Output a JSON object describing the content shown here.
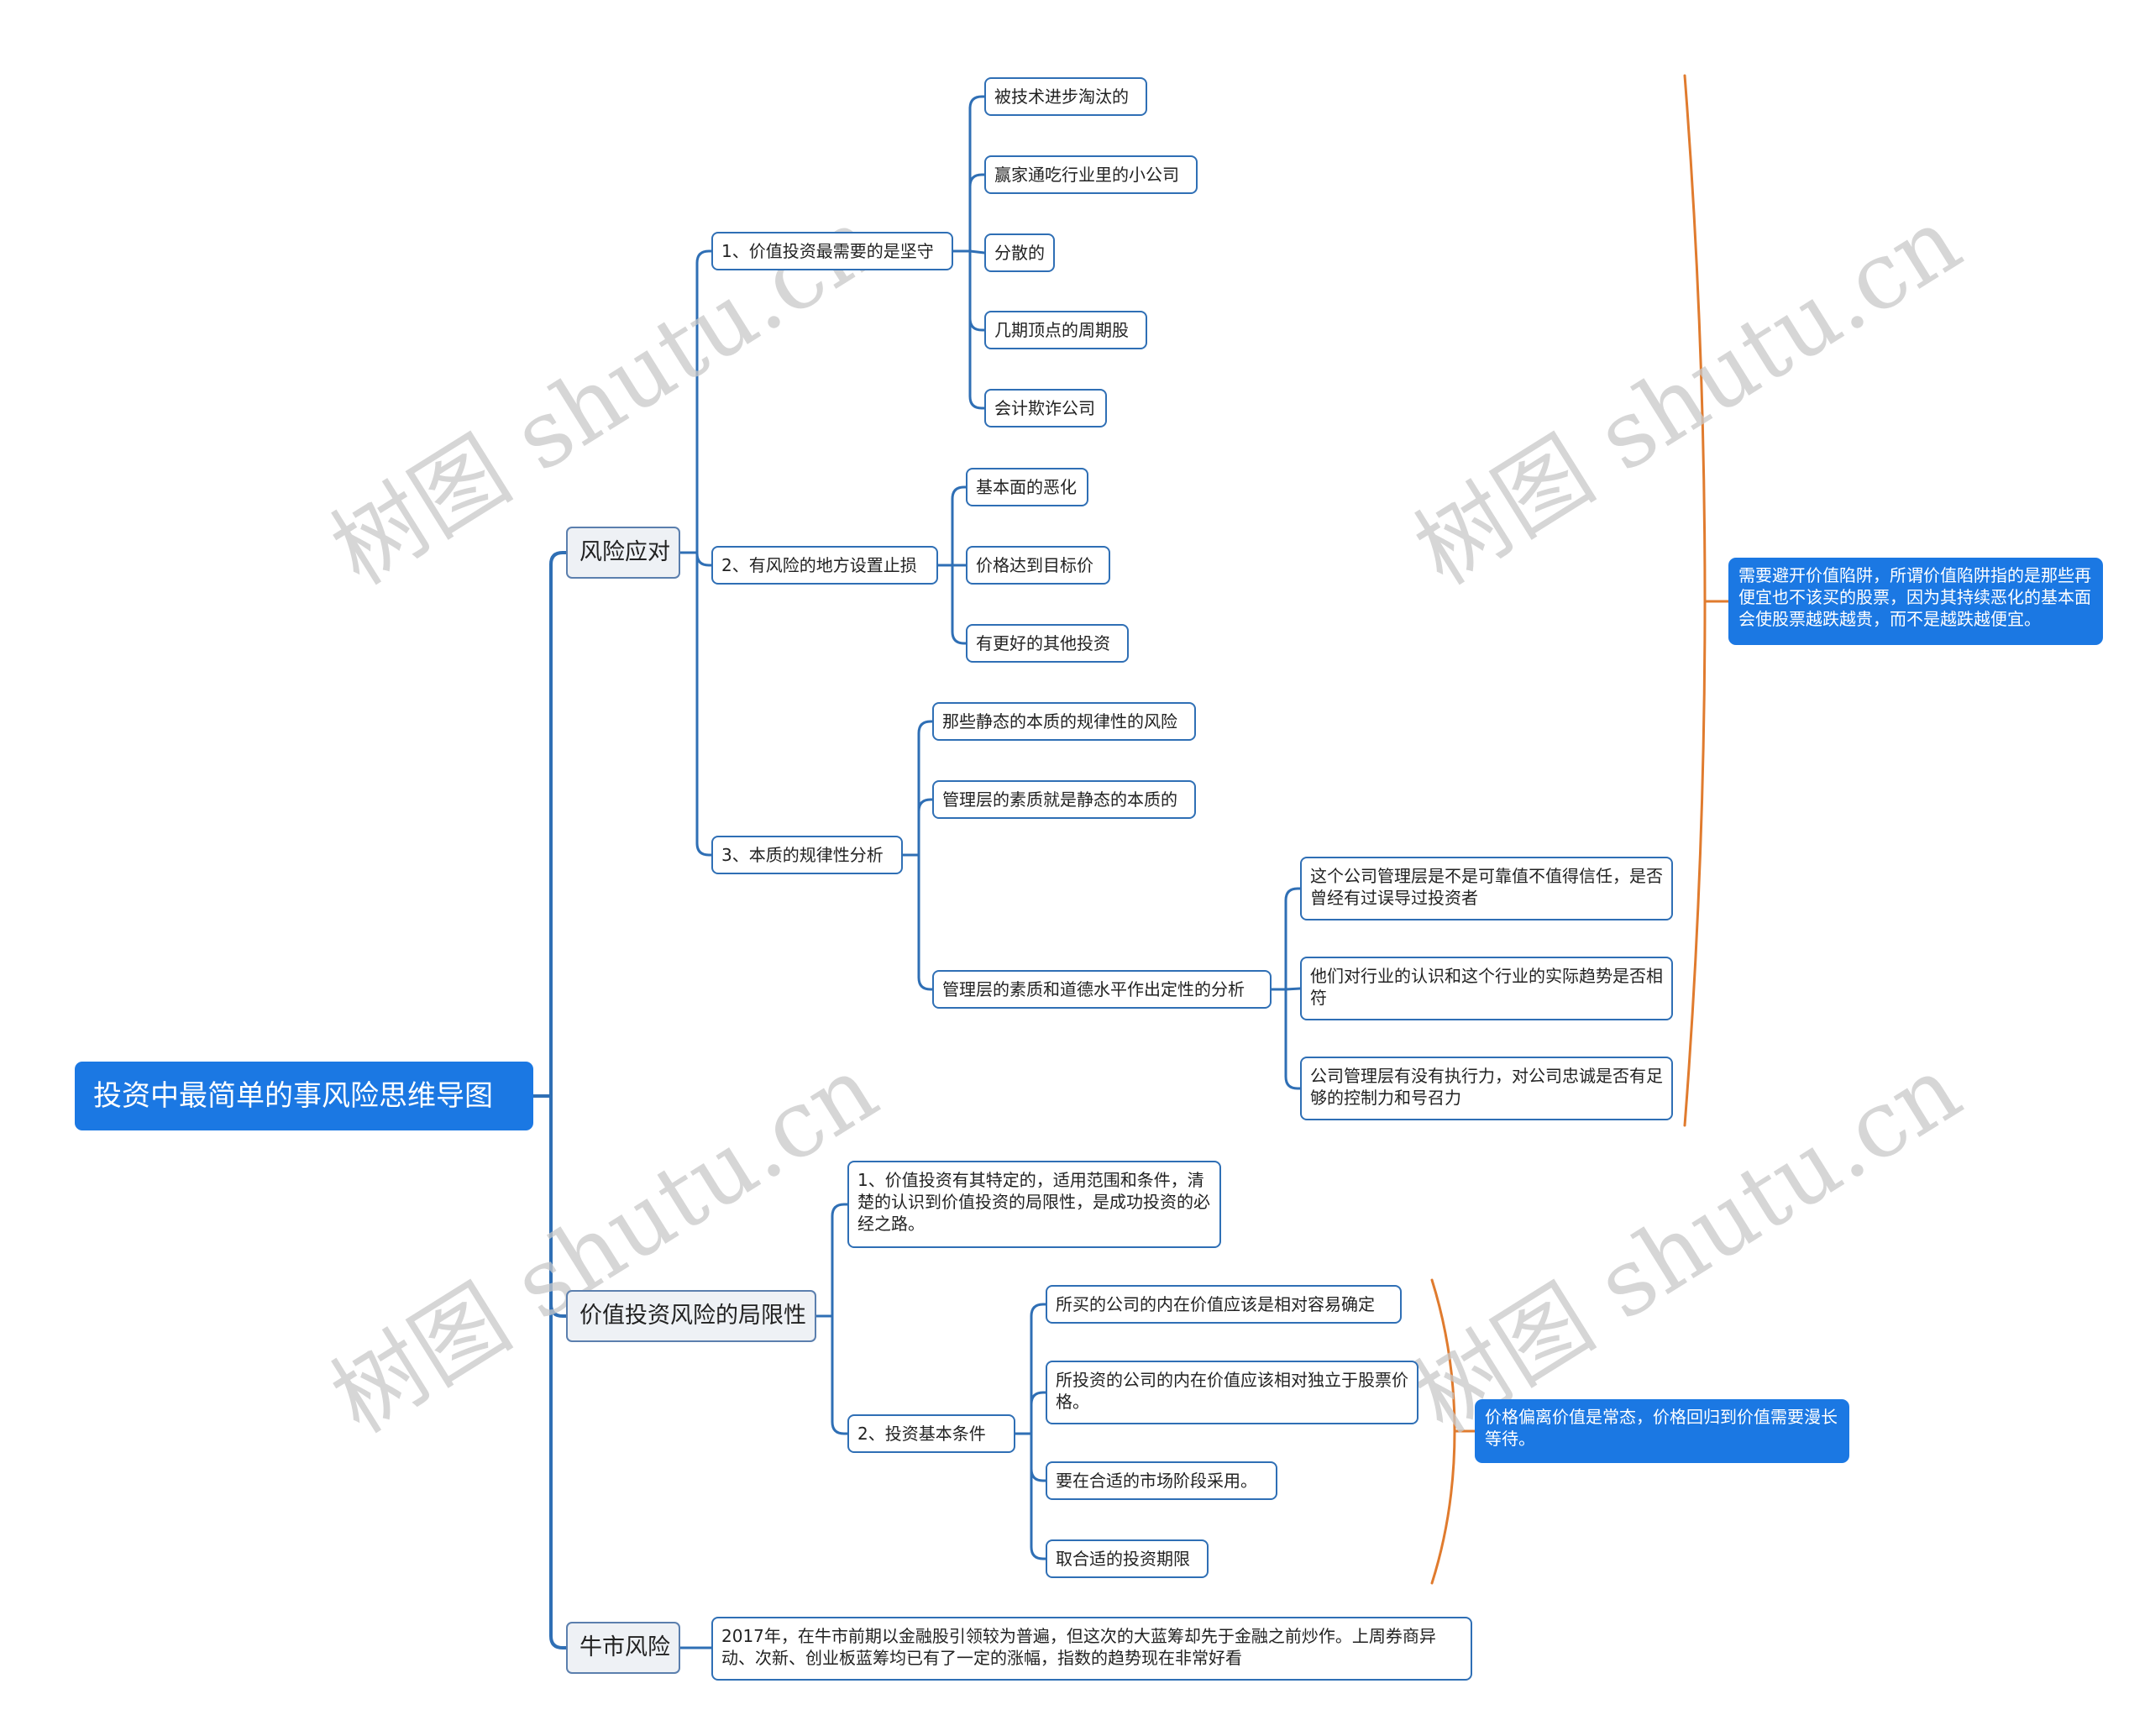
{
  "root": "投资中最简单的事风险思维导图",
  "watermark": "树图 shutu.cn",
  "colors": {
    "line": "#2f6fb5",
    "brace": "#e07b2e",
    "accent": "#1b78e3"
  },
  "branches": {
    "risk": {
      "label": "风险应对",
      "stick": {
        "label": "1、价值投资最需要的是坚守",
        "items": [
          "被技术进步淘汰的",
          "赢家通吃行业里的小公司",
          "分散的",
          "几期顶点的周期股",
          "会计欺诈公司"
        ]
      },
      "stoploss": {
        "label": "2、有风险的地方设置止损",
        "items": [
          "基本面的恶化",
          "价格达到目标价",
          "有更好的其他投资"
        ]
      },
      "nature": {
        "label": "3、本质的规律性分析",
        "items": [
          "那些静态的本质的规律性的风险",
          "管理层的素质就是静态的本质的"
        ],
        "mgmt": {
          "label": "管理层的素质和道德水平作出定性的分析",
          "items": [
            "这个公司管理层是不是可靠值不值得信任，是否曾经有过误导过投资者",
            "他们对行业的认识和这个行业的实际趋势是否相符",
            "公司管理层有没有执行力，对公司忠诚是否有足够的控制力和号召力"
          ]
        }
      },
      "note": "需要避开价值陷阱，所谓价值陷阱指的是那些再便宜也不该买的股票，因为其持续恶化的基本面会使股票越跌越贵，而不是越跌越便宜。"
    },
    "limit": {
      "label": "价值投资风险的局限性",
      "first": "1、价值投资有其特定的，适用范围和条件，清楚的认识到价值投资的局限性，是成功投资的必经之路。",
      "basic": {
        "label": "2、投资基本条件",
        "items": [
          "所买的公司的内在价值应该是相对容易确定",
          "所投资的公司的内在价值应该相对独立于股票价格。",
          "要在合适的市场阶段采用。",
          "取合适的投资期限"
        ]
      },
      "note": "价格偏离价值是常态，价格回归到价值需要漫长等待。"
    },
    "bull": {
      "label": "牛市风险",
      "text": "2017年，在牛市前期以金融股引领较为普遍，但这次的大蓝筹却先于金融之前炒作。上周券商异动、次新、创业板蓝筹均已有了一定的涨幅，指数的趋势现在非常好看"
    }
  }
}
